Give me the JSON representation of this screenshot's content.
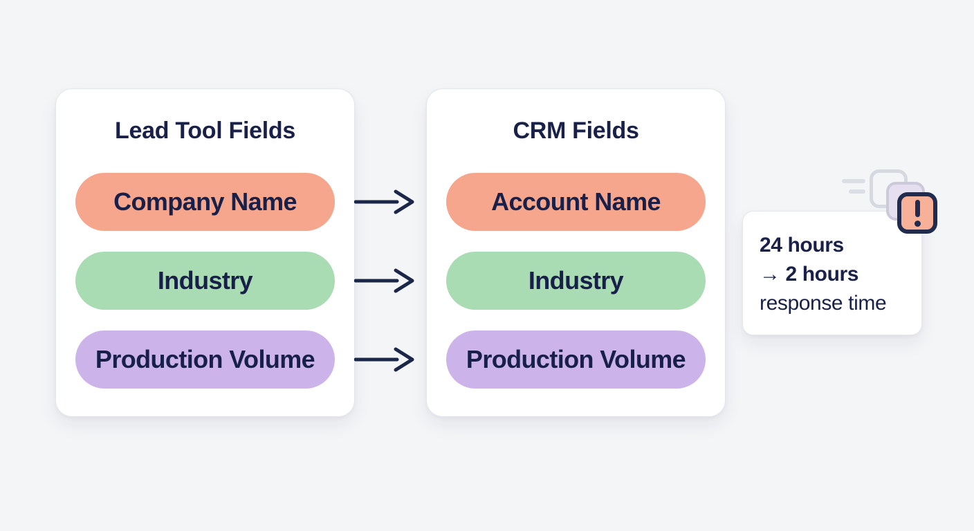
{
  "palette": {
    "background": "#f4f5f7",
    "card_background": "#ffffff",
    "card_border": "#e3e6ec",
    "text_navy": "#1a2149",
    "salmon": "#f5a68c",
    "green": "#a9dcb3",
    "purple": "#ccb4eb",
    "arrow": "#1b2749",
    "alert_fill": "#f8b199",
    "alert_border": "#202b4e",
    "ghost_square_border": "#d7d9e1",
    "stack_square_fill": "#e5dff0",
    "speed_line": "#dcdee5"
  },
  "left_card": {
    "title": "Lead Tool Fields",
    "fields": [
      {
        "label": "Company Name",
        "color": "#f5a68c"
      },
      {
        "label": "Industry",
        "color": "#a9dcb3"
      },
      {
        "label": "Production Volume",
        "color": "#ccb4eb"
      }
    ]
  },
  "right_card": {
    "title": "CRM Fields",
    "fields": [
      {
        "label": "Account Name",
        "color": "#f5a68c"
      },
      {
        "label": "Industry",
        "color": "#a9dcb3"
      },
      {
        "label": "Production Volume",
        "color": "#ccb4eb"
      }
    ]
  },
  "mappings": [
    {
      "from": "Company Name",
      "to": "Account Name"
    },
    {
      "from": "Industry",
      "to": "Industry"
    },
    {
      "from": "Production Volume",
      "to": "Production Volume"
    }
  ],
  "callout": {
    "line1": "24 hours",
    "line2": "→ 2 hours",
    "line3": "response time",
    "icon": "alert-exclamation-icon"
  }
}
